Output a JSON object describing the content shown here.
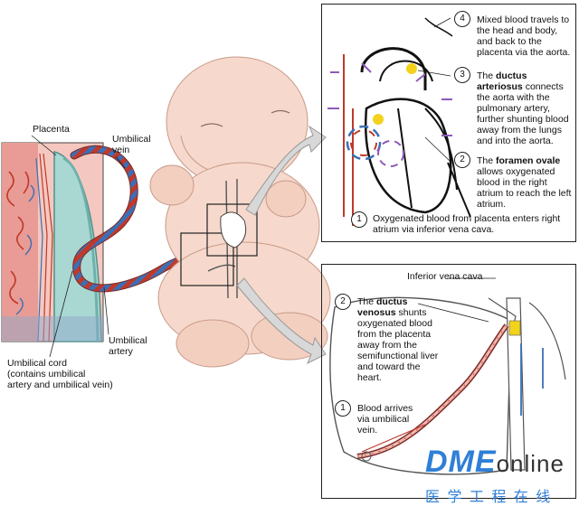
{
  "labels": {
    "placenta": "Placenta",
    "umbilical_vein": "Umbilical\nvein",
    "umbilical_artery": "Umbilical\nartery",
    "umbilical_cord": "Umbilical cord\n(contains umbilical\nartery and umbilical vein)",
    "inferior_vena_cava": "Inferior vena cava"
  },
  "top_panel": {
    "steps": [
      {
        "num": "4",
        "pre": "Mixed blood travels to the head and body, and back to the placenta via the aorta.",
        "bold": "",
        "post": ""
      },
      {
        "num": "3",
        "pre": "The ",
        "bold": "ductus arteriosus",
        "post": " connects the aorta with the pulmonary artery, further shunting blood away from the lungs and into the aorta."
      },
      {
        "num": "2",
        "pre": "The ",
        "bold": "foramen ovale",
        "post": " allows oxygenated blood in the right atrium to reach the left atrium."
      },
      {
        "num": "1",
        "pre": "Oxygenated blood from placenta enters right atrium via inferior vena cava.",
        "bold": "",
        "post": ""
      }
    ]
  },
  "bottom_panel": {
    "steps": [
      {
        "num": "2",
        "pre": "The ",
        "bold": "ductus venosus",
        "post": " shunts oxygenated blood from the placenta away from the semifunctional liver and toward the heart."
      },
      {
        "num": "1",
        "pre": "Blood arrives via umbilical vein.",
        "bold": "",
        "post": ""
      }
    ]
  },
  "watermark": {
    "logo_text": "DME",
    "logo_sub": "online",
    "chinese": "医 学 工 程 在 线"
  },
  "colors": {
    "arterial_red": "#c0392b",
    "venous_blue": "#3b6fb6",
    "mixed_purple": "#8e5ab8",
    "skin": "#f6d9cc",
    "placenta_teal": "#a9d8d3",
    "shunt_yellow": "#f3d21c"
  }
}
